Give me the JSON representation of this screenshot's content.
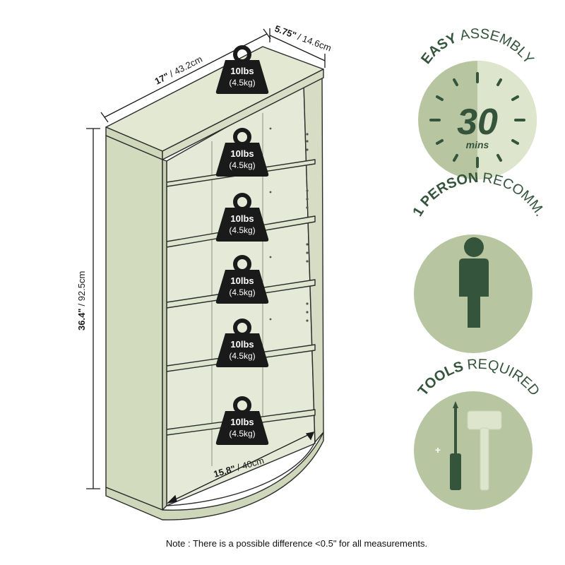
{
  "dimensions": {
    "width_in": "17\"",
    "width_cm": "/ 43.2cm",
    "depth_in": "5.75\"",
    "depth_cm": "/ 14.6cm",
    "height_in": "36.4\"",
    "height_cm": "/ 92.5cm",
    "base_in": "15.8\"",
    "base_cm": "/ 40cm"
  },
  "weights": [
    {
      "lbs": "10lbs",
      "kg": "(4.5kg)"
    },
    {
      "lbs": "10lbs",
      "kg": "(4.5kg)"
    },
    {
      "lbs": "10lbs",
      "kg": "(4.5kg)"
    },
    {
      "lbs": "10lbs",
      "kg": "(4.5kg)"
    },
    {
      "lbs": "10lbs",
      "kg": "(4.5kg)"
    },
    {
      "lbs": "10lbs",
      "kg": "(4.5kg)"
    }
  ],
  "badges": {
    "assembly": {
      "bold": "EASY",
      "rest": "ASSEMBLY",
      "number": "30",
      "unit": "mins",
      "icon": "clock-icon"
    },
    "person": {
      "bold": "1 PERSON",
      "rest": "RECOMM.",
      "icon": "person-icon"
    },
    "tools": {
      "bold": "TOOLS",
      "rest": "REQUIRED",
      "icon": "tools-icon"
    }
  },
  "colors": {
    "shelf_fill": "#dfe6cf",
    "shelf_stroke": "#2b2b2b",
    "badge_circle": "#b7c6a0",
    "badge_dark": "#35543c",
    "badge_light": "#dde6cc"
  },
  "note": "Note : There is a possible difference <0.5\" for all measurements."
}
